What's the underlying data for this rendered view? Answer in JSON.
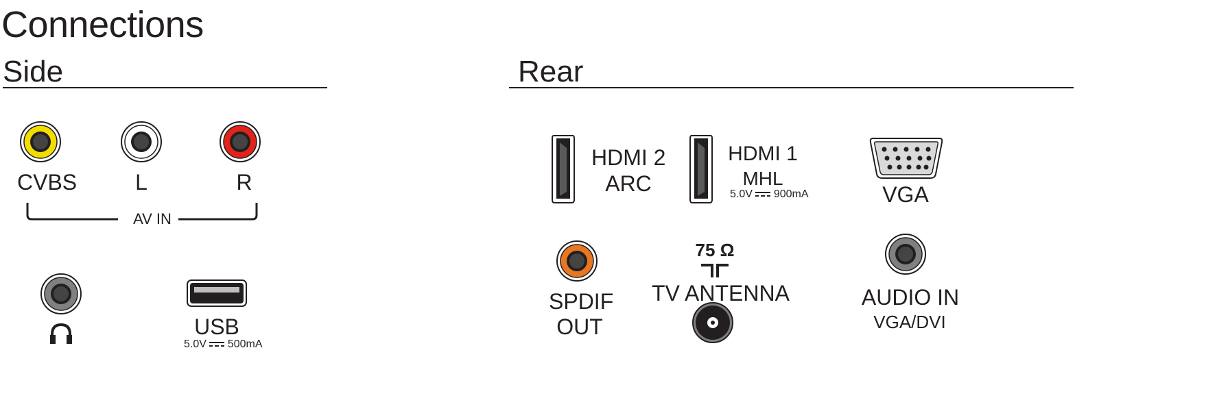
{
  "title": "Connections",
  "sections": {
    "side": "Side",
    "rear": "Rear"
  },
  "side": {
    "cvbs": "CVBS",
    "l": "L",
    "r": "R",
    "av_in": "AV IN",
    "usb": "USB",
    "usb_spec_voltage": "5.0V",
    "usb_spec_current": "500mA"
  },
  "rear": {
    "hdmi2_line1": "HDMI 2",
    "hdmi2_line2": "ARC",
    "hdmi1_line1": "HDMI 1",
    "hdmi1_line2": "MHL",
    "hdmi1_spec_voltage": "5.0V",
    "hdmi1_spec_current": "900mA",
    "vga": "VGA",
    "spdif_line1": "SPDIF",
    "spdif_line2": "OUT",
    "antenna_impedance": "75 Ω",
    "antenna": "TV ANTENNA",
    "audio_in": "AUDIO IN",
    "audio_in_sub": "VGA/DVI"
  },
  "icons": [
    "rca-yellow-icon",
    "rca-white-icon",
    "rca-red-icon",
    "headphone-jack-icon",
    "headphone-icon",
    "usb-port-icon",
    "hdmi-port-icon",
    "vga-port-icon",
    "spdif-jack-icon",
    "antenna-symbol-icon",
    "coax-port-icon",
    "audio-jack-icon",
    "dc-symbol-icon"
  ],
  "colors": {
    "yellow": "#f2dd00",
    "red": "#e2231a",
    "orange": "#e87722",
    "dark": "#231f20",
    "grey": "#808080"
  }
}
